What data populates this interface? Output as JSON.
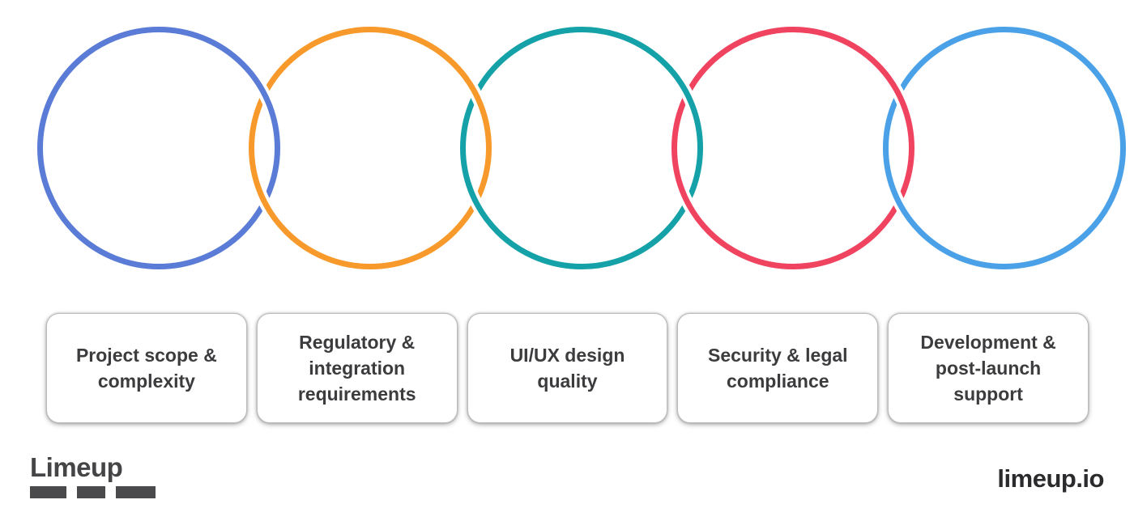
{
  "page": {
    "background_color": "#ffffff",
    "text_color": "#3c3c3e"
  },
  "rings": {
    "description": "five interlocked chain rings, one per cost factor",
    "stroke_width": 7,
    "items": [
      {
        "name": "ring-project-scope",
        "color": "#5b7cd6"
      },
      {
        "name": "ring-regulatory",
        "color": "#f8992b"
      },
      {
        "name": "ring-uiux",
        "color": "#14a1a8"
      },
      {
        "name": "ring-security",
        "color": "#f0435f"
      },
      {
        "name": "ring-development",
        "color": "#4aa1e8"
      }
    ]
  },
  "cards": [
    {
      "label": "Project scope & complexity"
    },
    {
      "label": "Regulatory & integration requirements"
    },
    {
      "label": "UI/UX design quality"
    },
    {
      "label": "Security & legal compliance"
    },
    {
      "label": "Development & post-launch support"
    }
  ],
  "footer": {
    "brand_wordmark": "Limeup",
    "brand_url": "limeup.io"
  }
}
